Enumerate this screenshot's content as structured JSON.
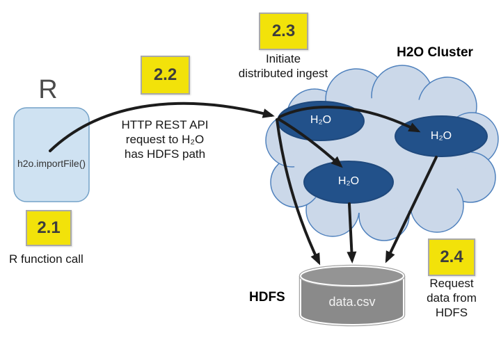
{
  "r_node": {
    "label": "R",
    "code": "h2o.importFile()"
  },
  "steps": [
    {
      "id": "2.1",
      "caption": "R function call"
    },
    {
      "id": "2.2",
      "caption": "HTTP REST API\nrequest to H₂O\nhas HDFS path"
    },
    {
      "id": "2.3",
      "caption": "Initiate\ndistributed ingest"
    },
    {
      "id": "2.4",
      "caption": "Request\ndata from\nHDFS"
    }
  ],
  "cluster": {
    "title": "H2O Cluster",
    "nodes": [
      {
        "label": "H₂O"
      },
      {
        "label": "H₂O"
      },
      {
        "label": "H₂O"
      }
    ]
  },
  "storage": {
    "label": "HDFS",
    "file": "data.csv"
  },
  "colors": {
    "badge_yellow": "#f2e20a",
    "badge_border": "#a9a9a9",
    "cloud_fill": "#cbd8e9",
    "cloud_stroke": "#4f81bd",
    "node_fill": "#22518a",
    "node_dark_edge": "#1f497d",
    "r_box_fill": "#cfe2f2",
    "r_box_stroke": "#74a2c8",
    "cylinder_gray": "#8a8a8a",
    "arrow_black": "#1c1c1c"
  }
}
